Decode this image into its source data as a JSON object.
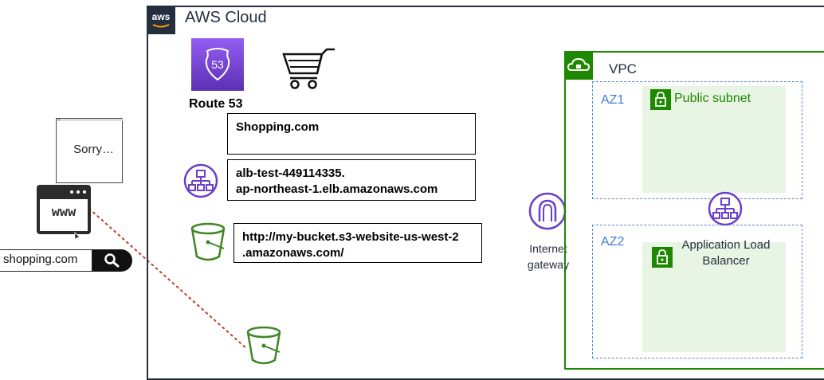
{
  "cloud": {
    "title": "AWS Cloud",
    "logo_text": "aws"
  },
  "route53": {
    "label": "Route 53",
    "badge": "53"
  },
  "records": [
    {
      "text": "Shopping.com"
    },
    {
      "text": "alb-test-449114335.\nap-northeast-1.elb.amazonaws.com"
    },
    {
      "text": "http://my-bucket.s3-website-us-west-2\n.amazonaws.com/"
    }
  ],
  "vpc": {
    "label": "VPC",
    "az1": {
      "label": "AZ1",
      "subnet_label": "Public subnet"
    },
    "az2": {
      "label": "AZ2"
    },
    "alb_label": "Application Load\nBalancer"
  },
  "internet_gateway": {
    "label": "Internet\ngateway"
  },
  "client": {
    "sorry_text": "Sorry…",
    "browser_text": "www",
    "search_value": "shopping.com"
  },
  "colors": {
    "aws_dark": "#232f3e",
    "route53_purple": "#8c4fff",
    "vpc_green": "#1e8900",
    "s3_green": "#3f8624",
    "az_blue": "#5a8ec9",
    "connector_red": "#c0392b"
  },
  "icons": [
    "aws-logo-icon",
    "route53-icon",
    "shopping-cart-icon",
    "elb-icon",
    "s3-bucket-icon",
    "vpc-cloud-icon",
    "lock-icon",
    "internet-gateway-icon",
    "search-icon",
    "browser-icon"
  ]
}
